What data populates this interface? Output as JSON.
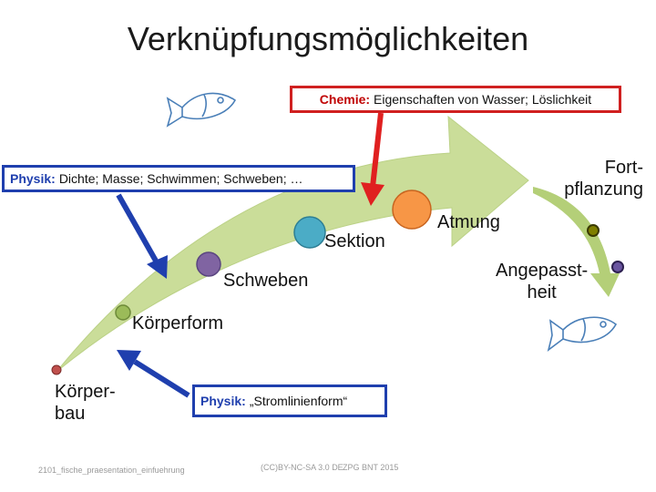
{
  "title": "Verknüpfungsmöglichkeiten",
  "boxes": {
    "chemie": {
      "key": "Chemie:",
      "text": "Eigenschaften von Wasser; Löslichkeit",
      "border_color": "#d02020"
    },
    "physik_top": {
      "key": "Physik:",
      "text": "Dichte; Masse; Schwimmen; Schweben; …",
      "border_color": "#1f3fae"
    },
    "physik_bottom": {
      "key": "Physik:",
      "text": "„Stromlinienform“",
      "border_color": "#1f3fae"
    }
  },
  "labels": {
    "fortpflanzung_1": "Fort-",
    "fortpflanzung_2": "pflanzung",
    "sektion": "Sektion",
    "atmung": "Atmung",
    "schweben": "Schweben",
    "angepasst_1": "Angepasst-",
    "angepasst_2": "heit",
    "koerperform": "Körperform",
    "koerperbau_1": "Körper-",
    "koerperbau_2": "bau"
  },
  "footer": {
    "left": "2101_fische_praesentation_einfuehrung",
    "license": "(CC)BY-NC-SA 3.0 DE",
    "org": "ZPG BNT 2015"
  },
  "colors": {
    "arrow_fill": "#c8dc94",
    "red_arrow": "#e02020",
    "blue_arrow": "#1f3fae",
    "node_red": "#c0504d",
    "node_green": "#9bbb59",
    "node_purple": "#8064a2",
    "node_blue": "#4bacc6",
    "node_orange": "#f79646",
    "node_olive": "#7f7f00",
    "node_purple_small": "#6a55a0"
  }
}
